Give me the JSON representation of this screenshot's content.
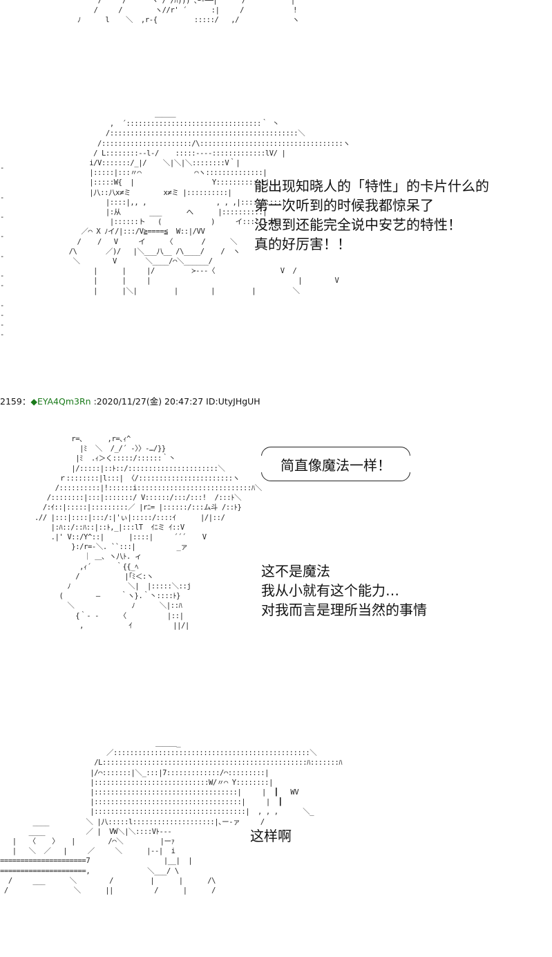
{
  "panel1": {
    "art_top": "     /     /      ヽ /'/ﾊ))) ､ｰ‐──|      /           |\n    /     /        ヽ//r' ´      :|     /            !\nﾉ      l    ＼  ,r‐{         :::::/   ,/             ヽ",
    "art_face": "                          ＿＿＿\n               ,  ´:::::::::::::::::::::::::::::::::｀ 丶\n              /::::::::::::::::::::::::::::::::::::::::::::::＼\n            /::::::::::::::::::::::/\\:::::::::::::::::::::::::::::::::::ヽ\n           / L::::::::‐‐l‐/    :::::‐‐‐‐:::::::::::::lV/ |\n          i/V:::::::/_|/    ＼|＼|＼::::::::V｀|\n          |:::::|:::〃⌒             ⌒ヽ::::::::::::::|\n          |:::::W{  |                   Y::::::::::::|\n          |八::八x≠ミ        x≠ミ |::::::::::|\n              |::::|,, ,                 , , ,|::::::::::|\n              |:从       ___      へ      |::::::::::|\n               |::::::ト   (            )     イ:::::::人\n        ／⌒ X ﾉイ/|:::/V≧====≦  W::|/VV\n       /    /   V     イ     〈       /      ＼\n     /\\       ／)/   |＼___八__ /\\____/    /  ヽ\n      ＼        V       ＼____/⌒＼______/\n           |      |     |/         ≻‐‐‐〈                V  /\n           |      |     |                                    |        V\n           |      |＼|         |        |         |         ＼"
  },
  "panel1_lines": [
    "能出现知晓人的「特性」的卡片什么的",
    "第一次听到的时候我都惊呆了",
    "没想到还能完全说中安艺的特性！",
    "真的好厉害！！"
  ],
  "post_header": {
    "number": "2159",
    "separator": "：",
    "tripcode": "◆EYA4Qm3Rn",
    "datetime": " :2020/11/27(金) 20:47:27 ID:UtyJHgUH"
  },
  "panel2": {
    "art": "         r=､      ,r=､ｨ^\n           |ﾐ  ＼  /_/´ -〉〉-…/}}\n          |ﾐ  .ｨ＞く:::::/::::::｀丶\n         |/:::::|::ﾄ::/::::::::::::::::::::::＼\n      ｒ::::::::|l:::| 〈/:::::::::::::::::::::::ヽ\n     /::::::::::|!::::::i::::::::::::::::::::::::::::ﾊ＼\n   /::::::::|:::|:::::::/ V::::::/:::/:::!  /:::ﾄ＼\n  /:ｲ::|:::::|:::::::::／ |rﾆ= |::::::/:::ム斗 /::ﾄ}\n.// |:::|::::|:::/:|'ぃ|:::::/::::ｲ      |/|::/\n    |:ﾊ::/::ﾊ::|::ﾄ,_|:::lT  ｲﾆミ ｲ::V\n    .|' V::/Y^::|      |::::|     ´´´    V\n         }:/r=-＼. ``:::|          _ァ\n            ｜ ＿､ ヽ八ﾄ. ィ\n           ,ｨ´      ｀{{_ﾍ\n          /           |｢ﾐ＜:ヽ\n        ﾉ              ＼|  |:::::＼::j\n      (        ―     ｀ヽ}.｀丶::::ﾄ}\n        ＼              ﾉ      ＼|::ﾊ\n          {｀‐ ‐     〈          |::|\n           ,           ｲ          ||/|"
  },
  "bubble_text": "简直像魔法一样！",
  "panel2_lines": [
    "这不是魔法",
    "我从小就有这个能力…",
    "对我而言是理所当然的事情"
  ],
  "panel3": {
    "art": "                                      ＿＿＿_\n                          ／::::::::::::::::::::::::::::::::::::::::::::::::＼\n                       /L::::::::::::::::::::::::::::::::::::::::::::::::::ﾊ:::::::ﾊ\n                      |/⌒:::::::|＼_:::|7:::::::::::::/⌒:::::::::|\n                      |::::::::::::::::::::::::::::W/〃⌒ Y::::::::|\n                      |:::::::::::::::::::::::::::::::::::|     |  ┃   WV\n                      |::::::::::::::::::::::::::::::::::::|     |  ┃\n                      |:::::::::::::::::::::::::::::::::::::|  , , ,      ＼_\n        ____         ＼ |八:::::l::::::::::::::::::::|､ー‐ァ     /\n       ____          ／ |  VW＼|＼::::Vﾄ‐‐‐\n   |   〈    〉   |        /⌒＼         |ーｧ\n   |   ＼  ／   |     ／     ＼      |‐‐|  i\n=====================7                  |__|  |\n=====================,              ＼___/ \\\n  /     ___      ＼        /         |      |      /\\\n /                ＼      ||          /      |      /"
  },
  "panel3_line": "这样啊",
  "left_edge_marks": "-\n\n\n-\n\n-\n\n-\n\n-\n\n-\n-\n\n-\n-\n-\n-"
}
